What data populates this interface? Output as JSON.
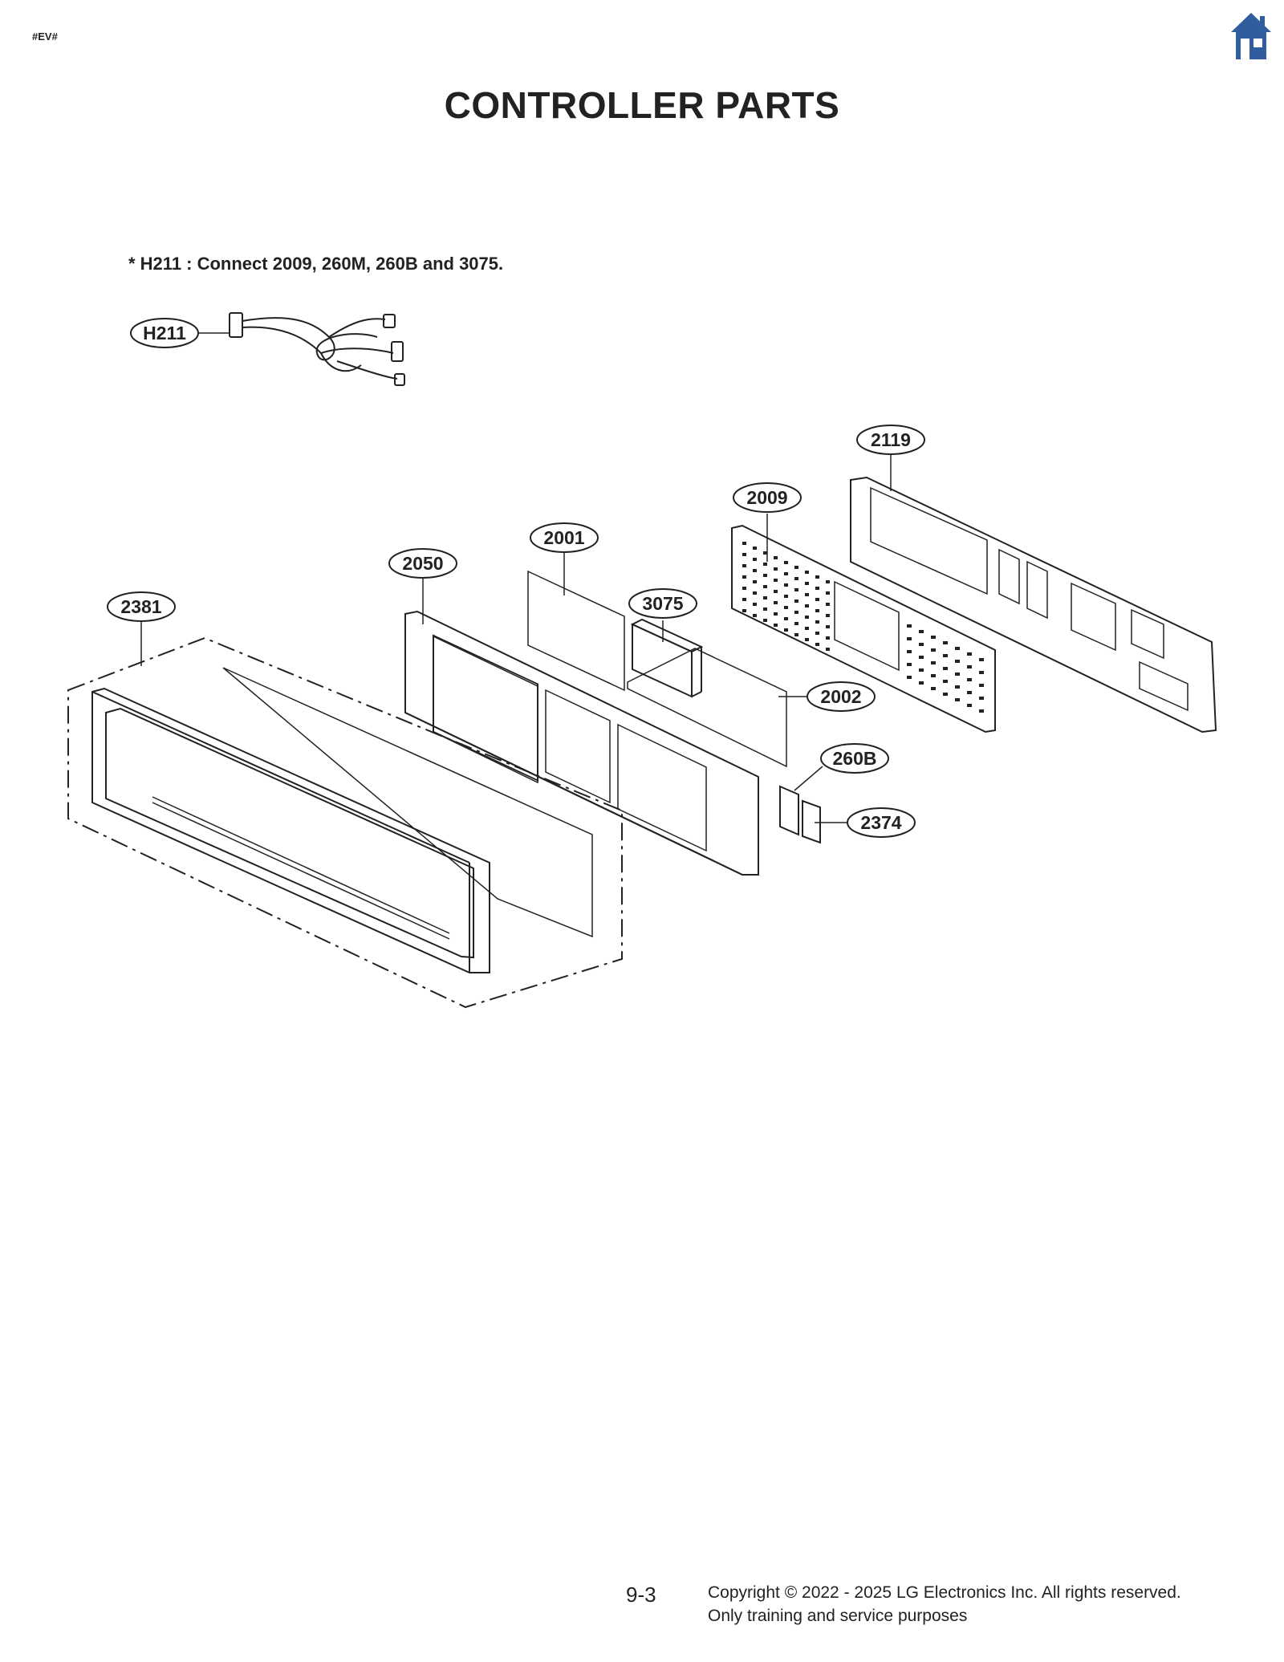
{
  "header": {
    "tag": "#EV#",
    "title": "CONTROLLER PARTS"
  },
  "note": "* H211 : Connect 2009, 260M, 260B and 3075.",
  "callouts": [
    "H211",
    "2119",
    "2009",
    "2001",
    "2050",
    "3075",
    "2381",
    "2002",
    "260B",
    "2374"
  ],
  "nav": {
    "home_icon": "home-icon",
    "home_color": "#2f5d9e"
  },
  "footer": {
    "page_number": "9-3",
    "copyright": "Copyright © 2022 - 2025 LG Electronics Inc. All rights reserved.",
    "notice": "Only training and service purposes"
  }
}
